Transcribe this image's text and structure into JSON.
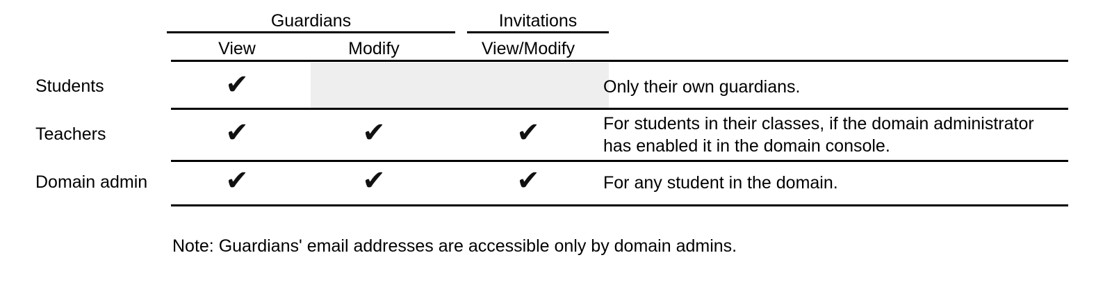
{
  "table": {
    "column_groups": [
      {
        "label": "Guardians"
      },
      {
        "label": "Invitations"
      }
    ],
    "columns": [
      {
        "label": "View"
      },
      {
        "label": "Modify"
      },
      {
        "label": "View/Modify"
      },
      {
        "label": ""
      }
    ],
    "check_glyph": "✔",
    "shade_color": "#eeeeee",
    "rule_color": "#000000",
    "rows": [
      {
        "label": "Students",
        "guardians_view": "✔",
        "guardians_modify": "",
        "invitations_view_modify": "",
        "notes": "Only their own guardians."
      },
      {
        "label": "Teachers",
        "guardians_view": "✔",
        "guardians_modify": "✔",
        "invitations_view_modify": "✔",
        "notes_line1": "For students in their classes, if the domain administrator",
        "notes_line2": "has enabled it in the domain console."
      },
      {
        "label": "Domain admin",
        "guardians_view": "✔",
        "guardians_modify": "✔",
        "invitations_view_modify": "✔",
        "notes": "For any student in the domain."
      }
    ]
  },
  "footnote": "Note: Guardians' email addresses are accessible only by domain admins."
}
